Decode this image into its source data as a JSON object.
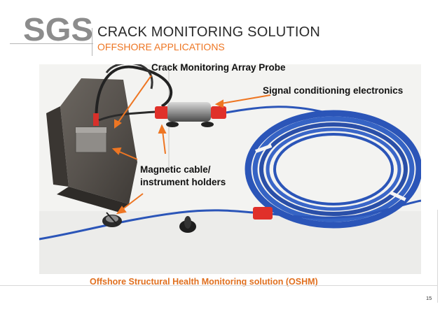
{
  "header": {
    "logo_text": "SGS",
    "title": "CRACK MONITORING SOLUTION",
    "subtitle": "OFFSHORE APPLICATIONS"
  },
  "callouts": {
    "probe": "Crack Monitoring Array Probe",
    "signal": "Signal conditioning electronics",
    "magnetic_line1": "Magnetic cable/",
    "magnetic_line2": "instrument holders"
  },
  "caption": "Offshore Structural Health Monitoring solution (OSHM)",
  "page_number": "15",
  "colors": {
    "accent": "#ee7623",
    "title": "#2b2b2b",
    "logo": "#8c8c8c",
    "cable_blue": "#2b55b8",
    "connector_red": "#e0302a"
  }
}
